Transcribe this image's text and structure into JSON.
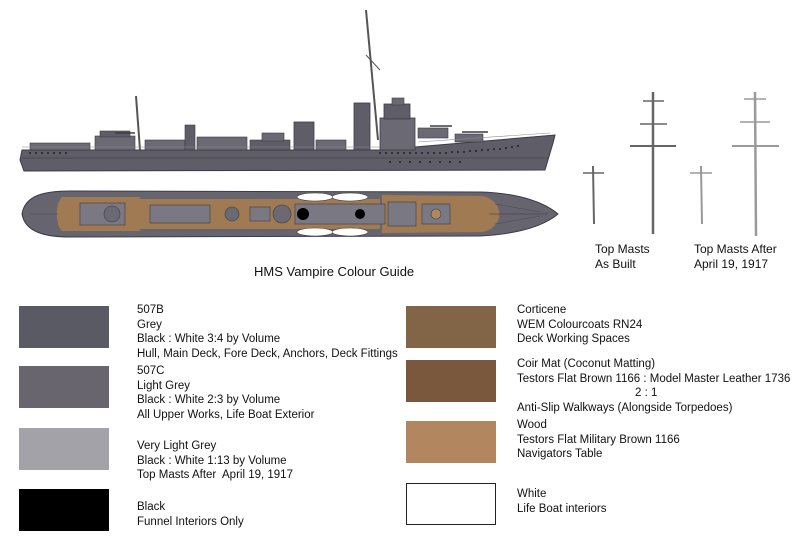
{
  "title": "HMS Vampire Colour Guide",
  "mast_captions": {
    "as_built": [
      "Top Masts",
      "As Built"
    ],
    "after": [
      "Top Masts After",
      "April 19, 1917"
    ]
  },
  "colors": {
    "grey_507b": "#5a5a64",
    "light_grey_507c": "#68656f",
    "very_light_grey": "#a3a2a9",
    "black": "#000000",
    "corticene": "#826446",
    "coir_mat": "#79583d",
    "wood": "#b2875f",
    "white": "#ffffff"
  },
  "legend": {
    "grey": {
      "code": "507B",
      "name": "Grey",
      "mix": "Black : White 3:4 by Volume",
      "use": "Hull, Main Deck, Fore Deck, Anchors, Deck Fittings"
    },
    "light_grey": {
      "code": "507C",
      "name": "Light Grey",
      "mix": "Black : White 2:3 by Volume",
      "use": "All Upper Works, Life Boat Exterior"
    },
    "very_light_grey": {
      "name": "Very Light Grey",
      "mix": "Black : White 1:13 by Volume",
      "use": "Top Masts After  April 19, 1917"
    },
    "black": {
      "name": "Black",
      "use": "Funnel Interiors Only"
    },
    "corticene": {
      "name": "Corticene",
      "paint": "WEM Colourcoats RN24",
      "use": "Deck Working Spaces"
    },
    "coir_mat": {
      "name": "Coir Mat (Coconut Matting)",
      "paint": "Testors Flat Brown 1166 : Model Master Leather 1736",
      "ratio": "2 : 1",
      "use": "Anti-Slip Walkways (Alongside Torpedoes)"
    },
    "wood": {
      "name": "Wood",
      "paint": "Testors Flat Military Brown 1166",
      "use": "Navigators Table"
    },
    "white": {
      "name": "White",
      "use": "Life Boat interiors"
    }
  }
}
